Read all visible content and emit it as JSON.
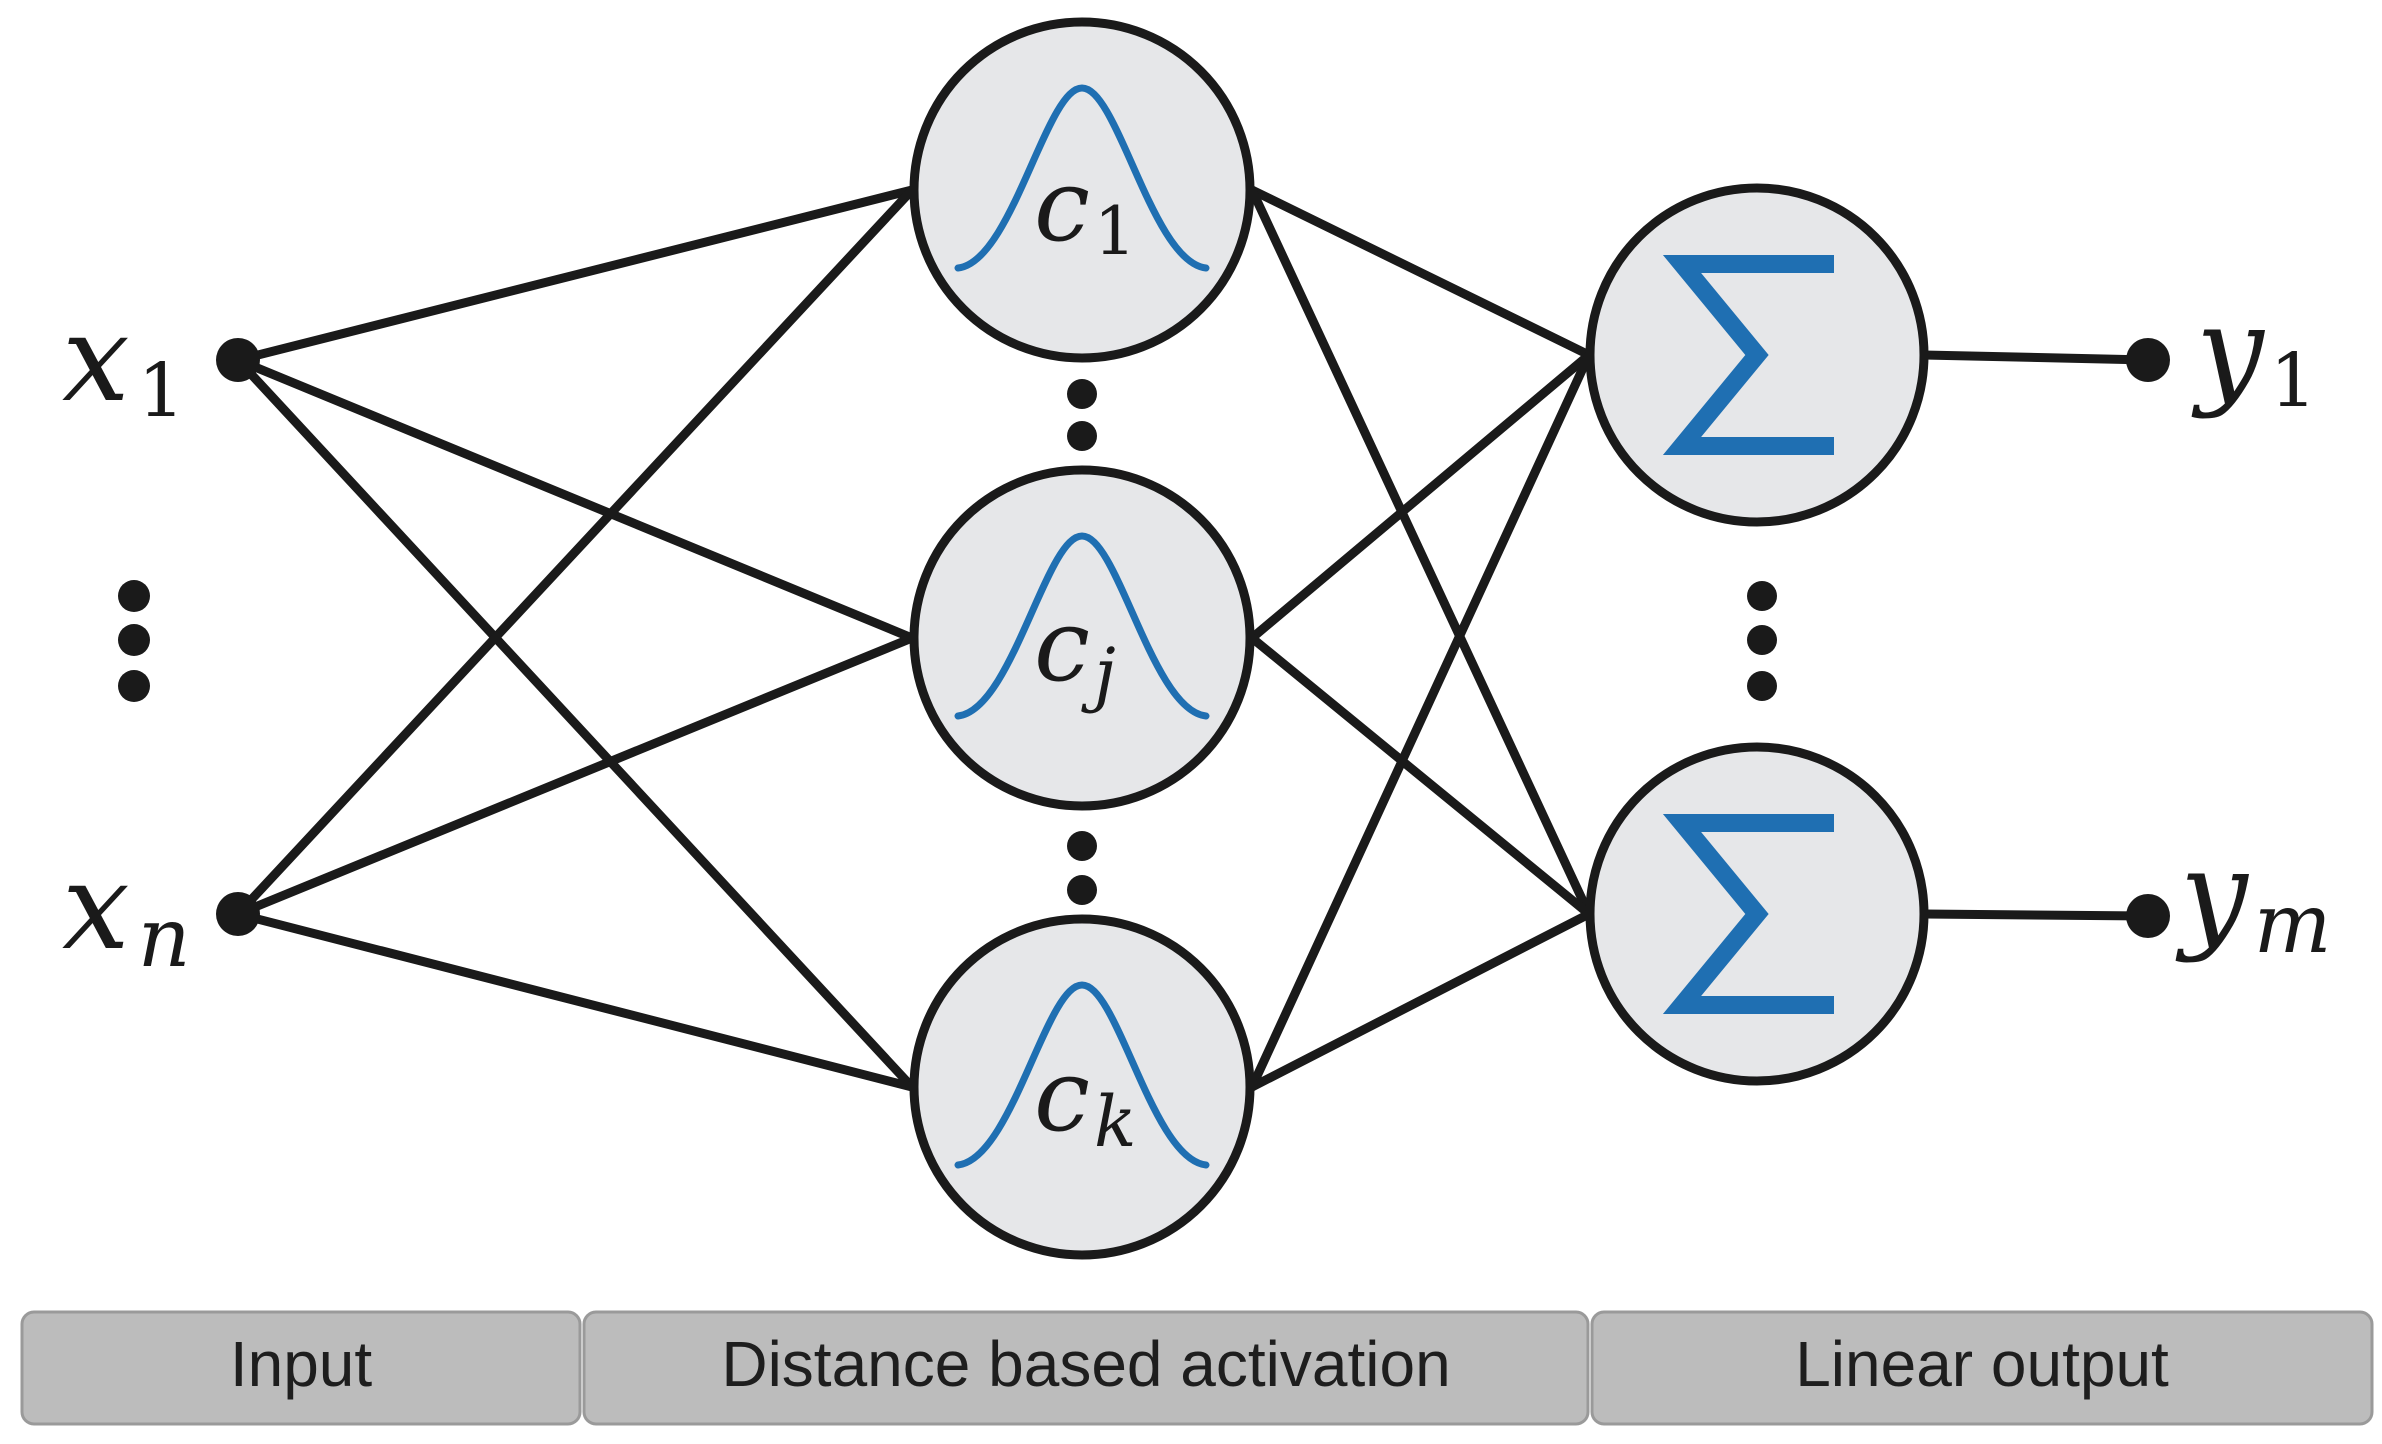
{
  "inputs": {
    "first": {
      "base": "x",
      "sub": "1"
    },
    "last": {
      "base": "x",
      "sub": "n"
    }
  },
  "hidden": [
    {
      "base": "c",
      "sub": "1"
    },
    {
      "base": "c",
      "sub": "j"
    },
    {
      "base": "c",
      "sub": "k"
    }
  ],
  "outputs": {
    "first": {
      "base": "y",
      "sub": "1"
    },
    "last": {
      "base": "y",
      "sub": "m"
    }
  },
  "sum_symbol": "Σ",
  "bands": {
    "input": "Input",
    "activation": "Distance based activation",
    "output": "Linear output"
  },
  "colors": {
    "stroke": "#1a1a1a",
    "node_fill": "#e6e7e9",
    "accent_blue": "#1f6fb2",
    "band_fill": "#bcbcbc",
    "band_stroke": "#9a9a9a"
  }
}
